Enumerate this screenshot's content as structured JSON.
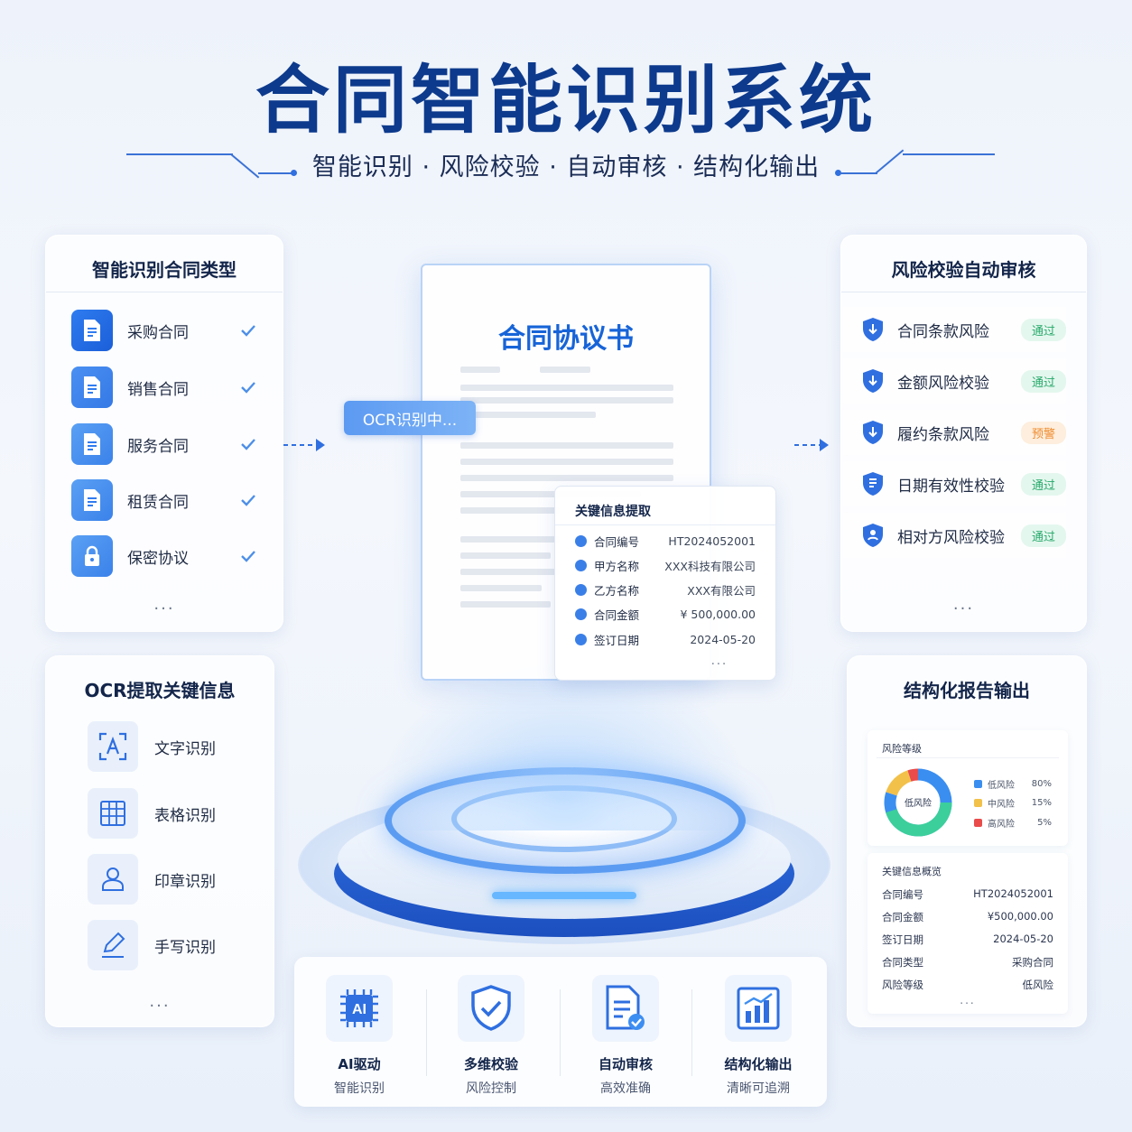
{
  "header": {
    "title": "合同智能识别系统",
    "subtitle": "智能识别 · 风险校验 · 自动审核 · 结构化输出"
  },
  "contract_types": {
    "title": "智能识别合同类型",
    "items": [
      {
        "label": "采购合同",
        "icon": "document-icon"
      },
      {
        "label": "销售合同",
        "icon": "document-icon"
      },
      {
        "label": "服务合同",
        "icon": "document-icon"
      },
      {
        "label": "租赁合同",
        "icon": "document-icon"
      },
      {
        "label": "保密协议",
        "icon": "lock-icon"
      }
    ],
    "more": "..."
  },
  "ocr": {
    "title": "OCR提取关键信息",
    "items": [
      {
        "label": "文字识别",
        "icon": "text-scan-icon"
      },
      {
        "label": "表格识别",
        "icon": "table-icon"
      },
      {
        "label": "印章识别",
        "icon": "stamp-icon"
      },
      {
        "label": "手写识别",
        "icon": "pen-icon"
      }
    ],
    "more": "..."
  },
  "document": {
    "title": "合同协议书",
    "ocr_status": "OCR识别中...",
    "key_info": {
      "title": "关键信息提取",
      "rows": [
        {
          "label": "合同编号",
          "value": "HT2024052001"
        },
        {
          "label": "甲方名称",
          "value": "XXX科技有限公司"
        },
        {
          "label": "乙方名称",
          "value": "XXX有限公司"
        },
        {
          "label": "合同金额",
          "value": "¥ 500,000.00"
        },
        {
          "label": "签订日期",
          "value": "2024-05-20"
        }
      ],
      "more": "..."
    }
  },
  "risk": {
    "title": "风险校验自动审核",
    "items": [
      {
        "label": "合同条款风险",
        "status": "通过",
        "type": "pass"
      },
      {
        "label": "金额风险校验",
        "status": "通过",
        "type": "pass"
      },
      {
        "label": "履约条款风险",
        "status": "预警",
        "type": "warn"
      },
      {
        "label": "日期有效性校验",
        "status": "通过",
        "type": "pass"
      },
      {
        "label": "相对方风险校验",
        "status": "通过",
        "type": "pass"
      }
    ],
    "more": "..."
  },
  "report": {
    "title": "结构化报告输出",
    "risk_level": {
      "title": "风险等级",
      "center_label": "低风险",
      "legend": [
        {
          "name": "低风险",
          "pct": "80%",
          "value": 80,
          "color": "#3a8ef0"
        },
        {
          "name": "中风险",
          "pct": "15%",
          "value": 15,
          "color": "#f2c14a"
        },
        {
          "name": "高风险",
          "pct": "5%",
          "value": 5,
          "color": "#ea4b4b"
        }
      ],
      "donut_main_color": "#3ccf9b"
    },
    "summary": {
      "title": "关键信息概览",
      "rows": [
        {
          "k": "合同编号",
          "v": "HT2024052001"
        },
        {
          "k": "合同金额",
          "v": "¥500,000.00"
        },
        {
          "k": "签订日期",
          "v": "2024-05-20"
        },
        {
          "k": "合同类型",
          "v": "采购合同"
        },
        {
          "k": "风险等级",
          "v": "低风险"
        }
      ],
      "more": "..."
    }
  },
  "features": [
    {
      "title": "AI驱动",
      "sub": "智能识别",
      "icon": "ai-chip-icon"
    },
    {
      "title": "多维校验",
      "sub": "风险控制",
      "icon": "shield-check-icon"
    },
    {
      "title": "自动审核",
      "sub": "高效准确",
      "icon": "document-check-icon"
    },
    {
      "title": "结构化输出",
      "sub": "清晰可追溯",
      "icon": "bar-chart-icon"
    }
  ],
  "colors": {
    "primary": "#1764d8",
    "title": "#0d3a8c",
    "pass": "#28a96b",
    "warn": "#ef8b2c"
  }
}
